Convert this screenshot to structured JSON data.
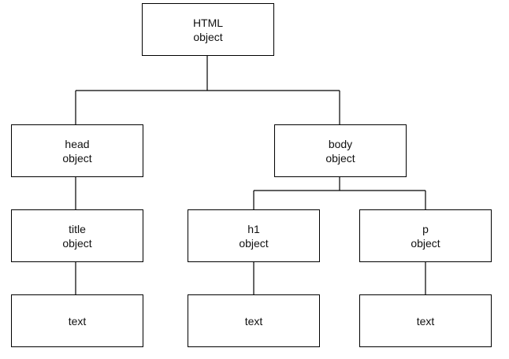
{
  "nodes": {
    "html": {
      "line1": "HTML",
      "line2": "object"
    },
    "head": {
      "line1": "head",
      "line2": "object"
    },
    "body": {
      "line1": "body",
      "line2": "object"
    },
    "title": {
      "line1": "title",
      "line2": "object"
    },
    "h1": {
      "line1": "h1",
      "line2": "object"
    },
    "p": {
      "line1": "p",
      "line2": "object"
    },
    "text1": {
      "line1": "text"
    },
    "text2": {
      "line1": "text"
    },
    "text3": {
      "line1": "text"
    }
  },
  "edges": [
    [
      "html",
      "head"
    ],
    [
      "html",
      "body"
    ],
    [
      "head",
      "title"
    ],
    [
      "title",
      "text1"
    ],
    [
      "body",
      "h1"
    ],
    [
      "body",
      "p"
    ],
    [
      "h1",
      "text2"
    ],
    [
      "p",
      "text3"
    ]
  ]
}
